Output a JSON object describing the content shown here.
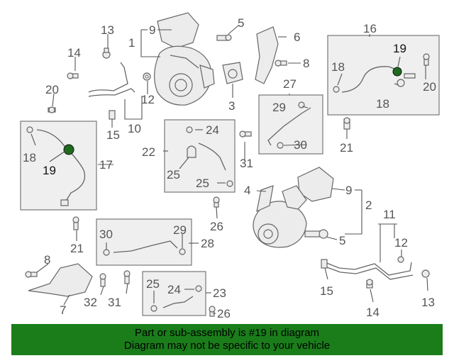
{
  "callouts": {
    "c1": "1",
    "c2": "2",
    "c3": "3",
    "c4": "4",
    "c5a": "5",
    "c5b": "5",
    "c6": "6",
    "c7": "7",
    "c8a": "8",
    "c8b": "8",
    "c9a": "9",
    "c9b": "9",
    "c10": "10",
    "c11": "11",
    "c12a": "12",
    "c12b": "12",
    "c13a": "13",
    "c13b": "13",
    "c14a": "14",
    "c14b": "14",
    "c15a": "15",
    "c15b": "15",
    "c16": "16",
    "c17": "17",
    "c18a": "18",
    "c18b": "18",
    "c18c": "18",
    "c19a": "19",
    "c19b": "19",
    "c20a": "20",
    "c20b": "20",
    "c21a": "21",
    "c21b": "21",
    "c22": "22",
    "c23": "23",
    "c24a": "24",
    "c24b": "24",
    "c25a": "25",
    "c25b": "25",
    "c25c": "25",
    "c26a": "26",
    "c26b": "26",
    "c27": "27",
    "c28": "28",
    "c29a": "29",
    "c29b": "29",
    "c30a": "30",
    "c30b": "30",
    "c31a": "31",
    "c31b": "31",
    "c32": "32"
  },
  "banner": {
    "line1": "Part or sub-assembly is #19 in diagram",
    "line2": "Diagram may not be specific to your vehicle"
  },
  "colors": {
    "banner_bg": "#1a7d1a",
    "highlight_part": "#1e6b1e"
  }
}
